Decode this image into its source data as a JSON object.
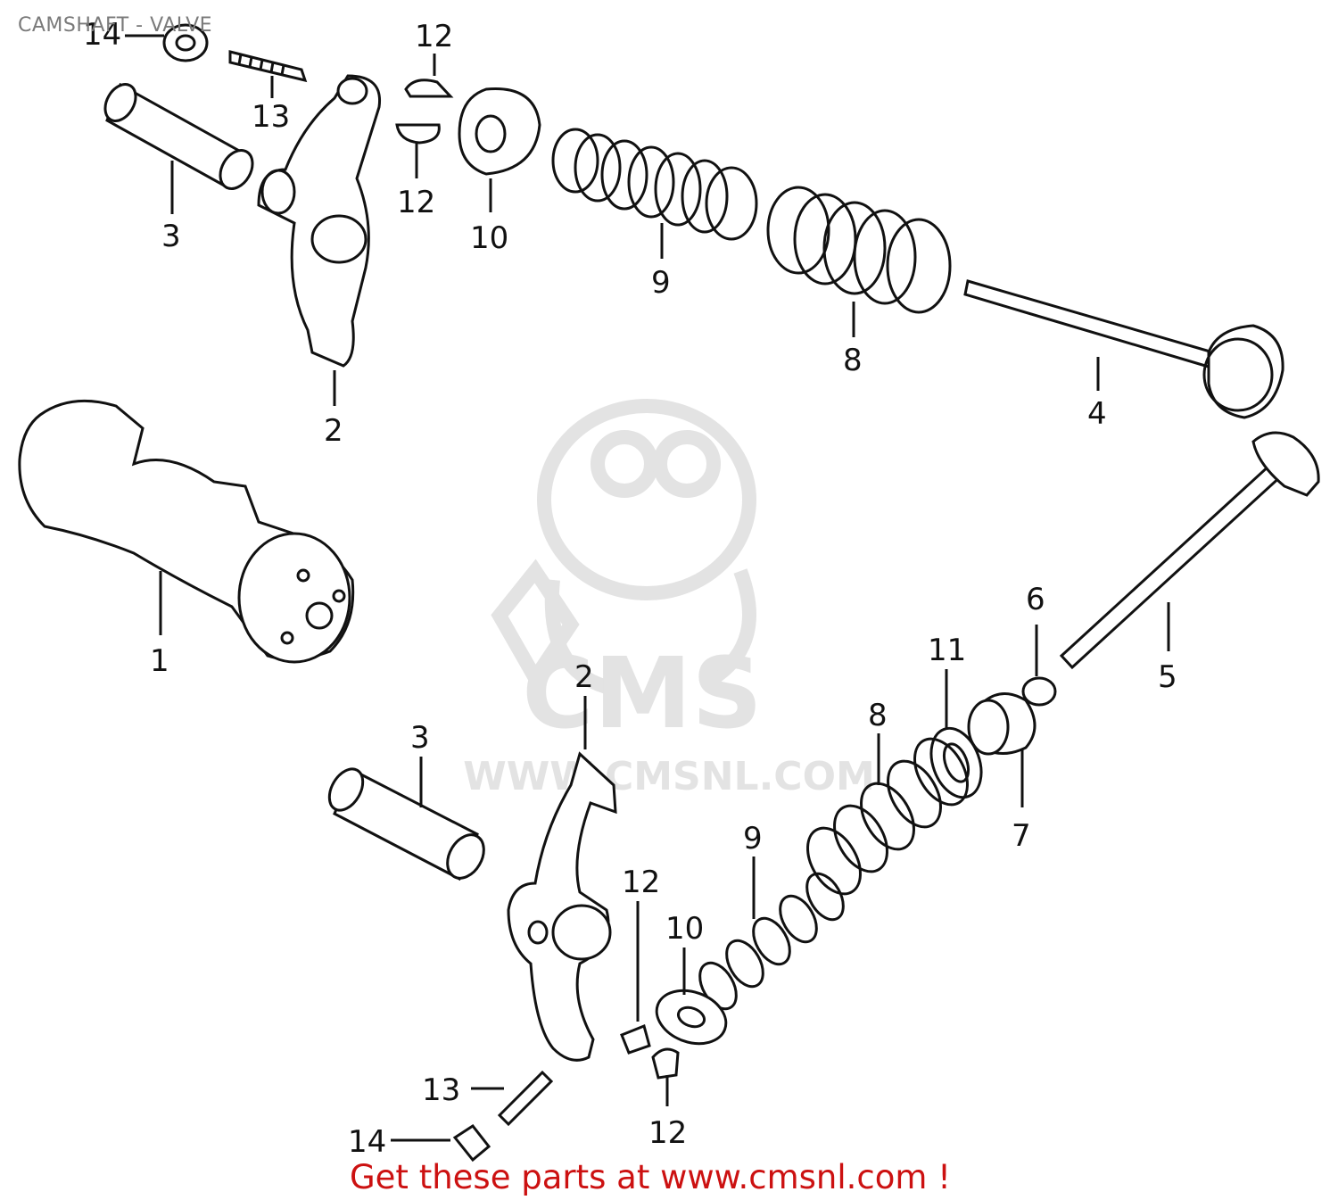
{
  "title": "CAMSHAFT - VALVE",
  "footer": {
    "prefix": "Get these parts at ",
    "link_text": "www.cmsnl.com",
    "suffix": " !"
  },
  "watermark": {
    "brand": "CMS",
    "url": "WWW.CMSNL.COM"
  },
  "callouts": [
    "14",
    "13",
    "12",
    "12",
    "3",
    "10",
    "9",
    "8",
    "2",
    "4",
    "1",
    "6",
    "11",
    "5",
    "2",
    "3",
    "8",
    "7",
    "9",
    "12",
    "10",
    "13",
    "12",
    "14"
  ],
  "colors": {
    "footer_text": "#cc1111",
    "line_art": "#111111",
    "watermark": "#e6e6e6",
    "title_text": "#7a7a7a"
  }
}
